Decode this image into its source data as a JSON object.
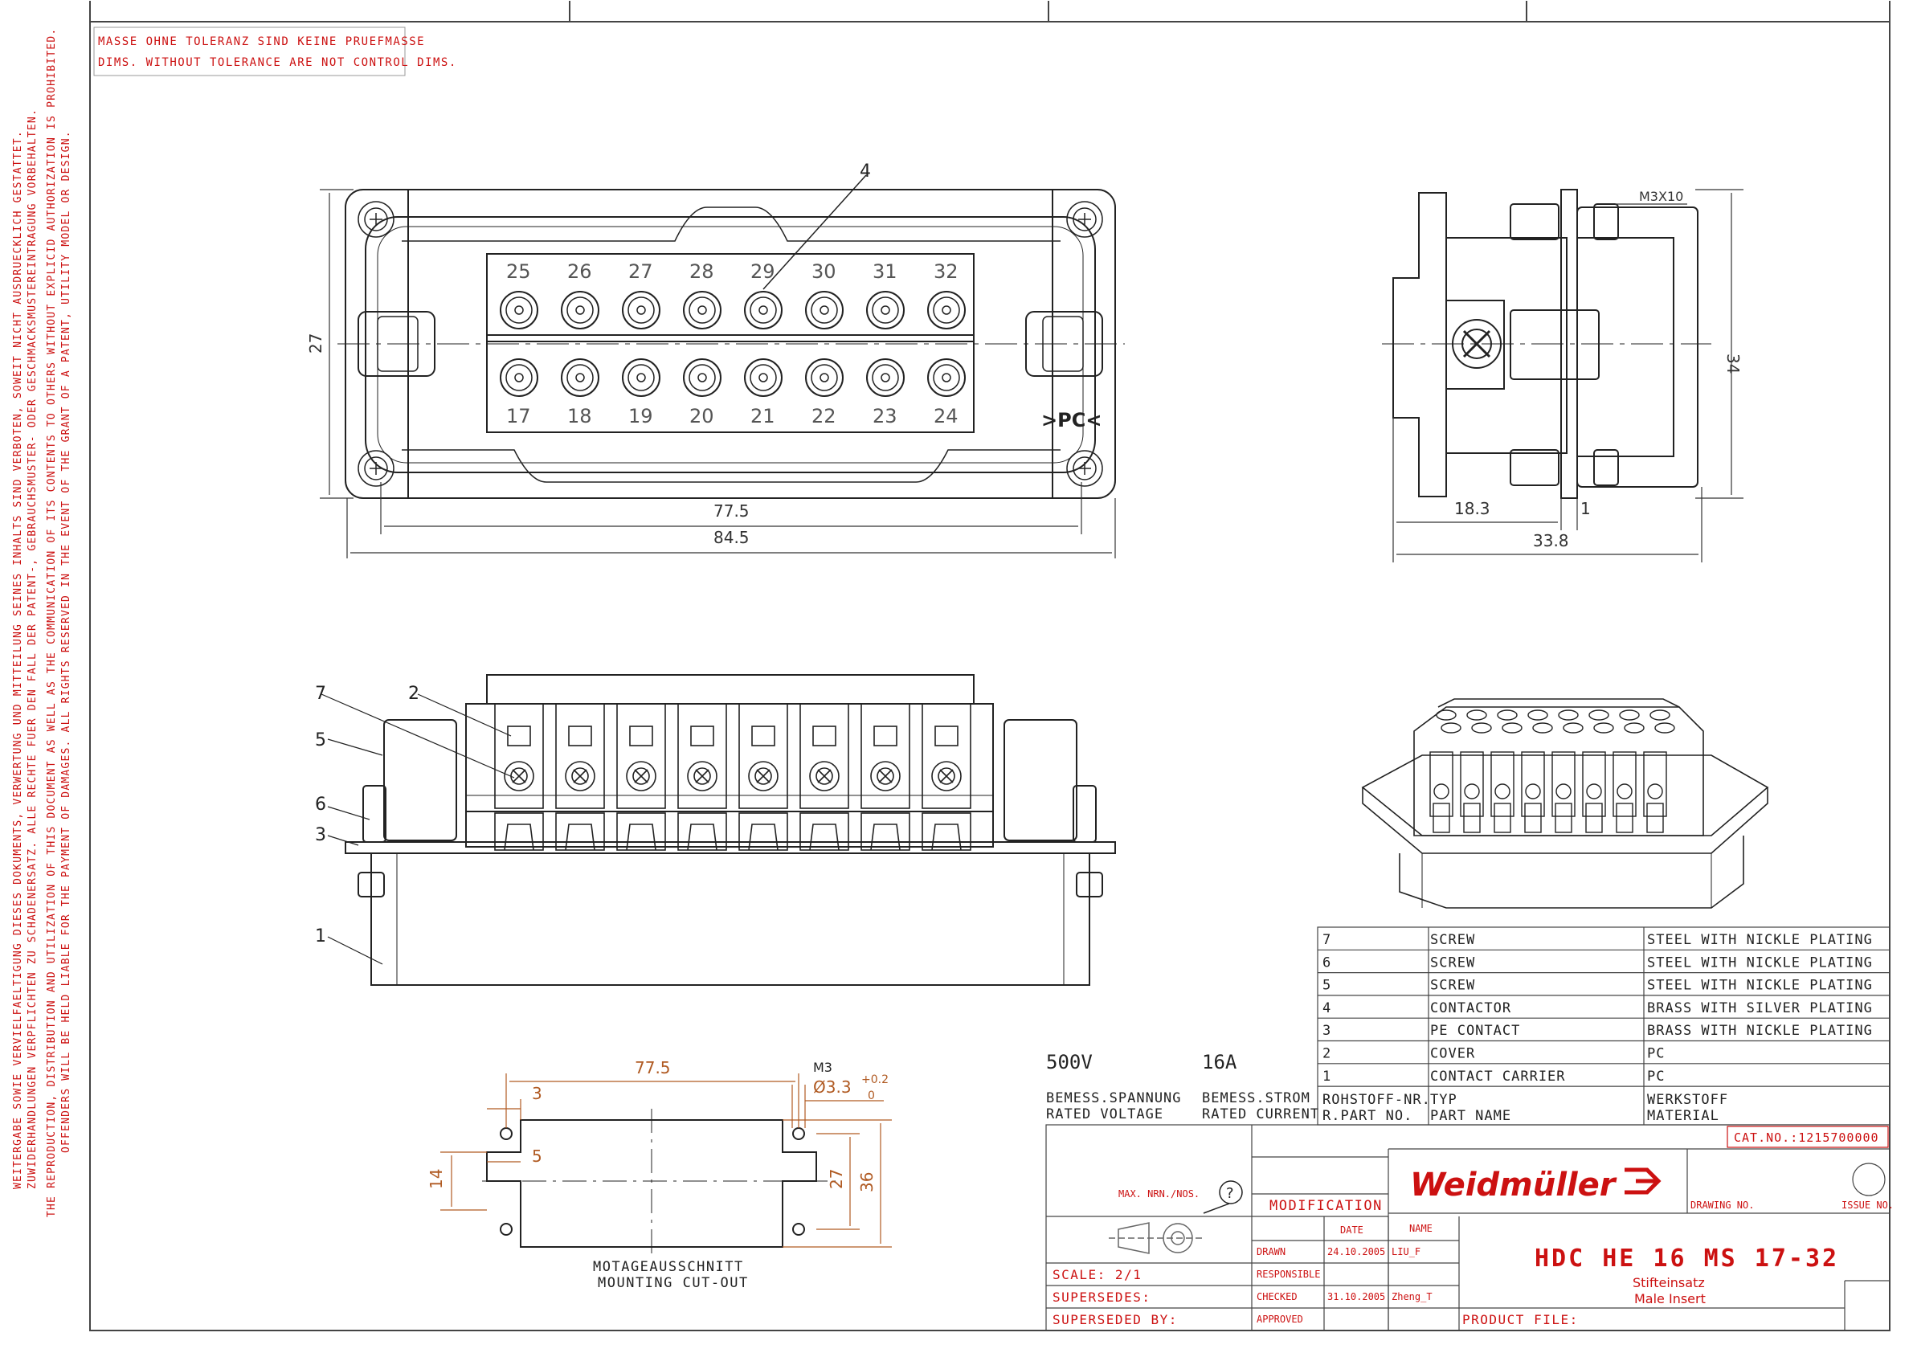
{
  "notice": {
    "line1": "MASSE OHNE TOLERANZ SIND KEINE PRUEFMASSE",
    "line2": "DIMS. WITHOUT TOLERANCE ARE NOT CONTROL DIMS."
  },
  "legal": {
    "de1": "WEITERGABE SOWIE VERVIELFAELTIGUNG DIESES DOKUMENTS, VERWERTUNG UND MITTEILUNG SEINES INHALTS SIND VERBOTEN, SOWEIT NICHT AUSDRUECKLICH GESTATTET.",
    "de2": "ZUWIDERHANDLUNGEN VERPFLICHTEN ZU SCHADENERSATZ. ALLE RECHTE FUER DEN FALL DER PATENT-, GEBRAUCHSMUSTER- ODER GESCHMACKSMUSTEREINTRAGUNG VORBEHALTEN.",
    "en1": "THE REPRODUCTION, DISTRIBUTION AND UTILIZATION OF THIS DOCUMENT AS WELL AS THE COMMUNICATION OF ITS CONTENTS TO OTHERS WITHOUT EXPLICID AUTHORIZATION IS PROHIBITED.",
    "en2": "OFFENDERS WILL BE HELD LIABLE FOR THE PAYMENT OF DAMAGES. ALL RIGHTS RESERVED IN THE EVENT OF THE GRANT OF A PATENT, UTILITY MODEL OR DESIGN."
  },
  "front_view": {
    "pins_top": [
      "25",
      "26",
      "27",
      "28",
      "29",
      "30",
      "31",
      "32"
    ],
    "pins_bottom": [
      "17",
      "18",
      "19",
      "20",
      "21",
      "22",
      "23",
      "24"
    ],
    "dim_height": "27",
    "dim_inner_width": "77.5",
    "dim_outer_width": "84.5",
    "callout": "4",
    "pe_mark": ">PC<"
  },
  "side_view": {
    "screw": "M3X10",
    "dim_height": "34",
    "dim_a": "18.3",
    "dim_b": "1",
    "dim_total": "33.8"
  },
  "section_view": {
    "callouts": [
      "7",
      "2",
      "5",
      "6",
      "3",
      "1"
    ]
  },
  "cutout": {
    "dim_width": "77.5",
    "dim_3": "3",
    "dim_5": "5",
    "dim_14": "14",
    "dim_27": "27",
    "dim_36": "36",
    "thread": "M3",
    "hole": "Ø3.3",
    "tol_plus": "+0.2",
    "tol_zero": "0",
    "caption_de": "MOTAGEAUSSCHNITT",
    "caption_en": "MOUNTING CUT-OUT"
  },
  "ratings": {
    "voltage": "500V",
    "current": "16A",
    "voltage_label_de": "BEMESS.SPANNUNG",
    "voltage_label_en": "RATED VOLTAGE",
    "current_label_de": "BEMESS.STROM",
    "current_label_en": "RATED CURRENT"
  },
  "parts_list": {
    "rows": [
      {
        "no": "7",
        "name": "SCREW",
        "material": "STEEL WITH NICKLE PLATING"
      },
      {
        "no": "6",
        "name": "SCREW",
        "material": "STEEL WITH NICKLE PLATING"
      },
      {
        "no": "5",
        "name": "SCREW",
        "material": "STEEL WITH NICKLE PLATING"
      },
      {
        "no": "4",
        "name": "CONTACTOR",
        "material": "BRASS WITH SILVER PLATING"
      },
      {
        "no": "3",
        "name": "PE CONTACT",
        "material": "BRASS WITH NICKLE PLATING"
      },
      {
        "no": "2",
        "name": "COVER",
        "material": "PC"
      },
      {
        "no": "1",
        "name": "CONTACT CARRIER",
        "material": "PC"
      }
    ],
    "hdr_no_de": "ROHSTOFF-NR.",
    "hdr_no_en": "R.PART NO.",
    "hdr_name_de": "TYP",
    "hdr_name_en": "PART NAME",
    "hdr_mat_de": "WERKSTOFF",
    "hdr_mat_en": "MATERIAL"
  },
  "title_block": {
    "cat_no": "CAT.NO.:1215700000",
    "brand": "Weidmüller",
    "drawing_no_label": "DRAWING NO.",
    "issue_no_label": "ISSUE NO.",
    "max_nrn": "MAX. NRN./NOS.",
    "help_symbol": "?",
    "modification": "MODIFICATION",
    "date_hdr": "DATE",
    "name_hdr": "NAME",
    "drawn_label": "DRAWN",
    "drawn_date": "24.10.2005",
    "drawn_name": "LIU_F",
    "responsible_label": "RESPONSIBLE",
    "checked_label": "CHECKED",
    "checked_date": "31.10.2005",
    "checked_name": "Zheng_T",
    "approved_label": "APPROVED",
    "scale": "SCALE: 2/1",
    "supersedes": "SUPERSEDES:",
    "superseded_by": "SUPERSEDED BY:",
    "product_file": "PRODUCT FILE:",
    "title": "HDC HE 16 MS 17-32",
    "subtitle_de": "Stifteinsatz",
    "subtitle_en": "Male Insert"
  },
  "colors": {
    "line": "#222222",
    "red": "#cc1111",
    "accent": "#cc1111"
  }
}
